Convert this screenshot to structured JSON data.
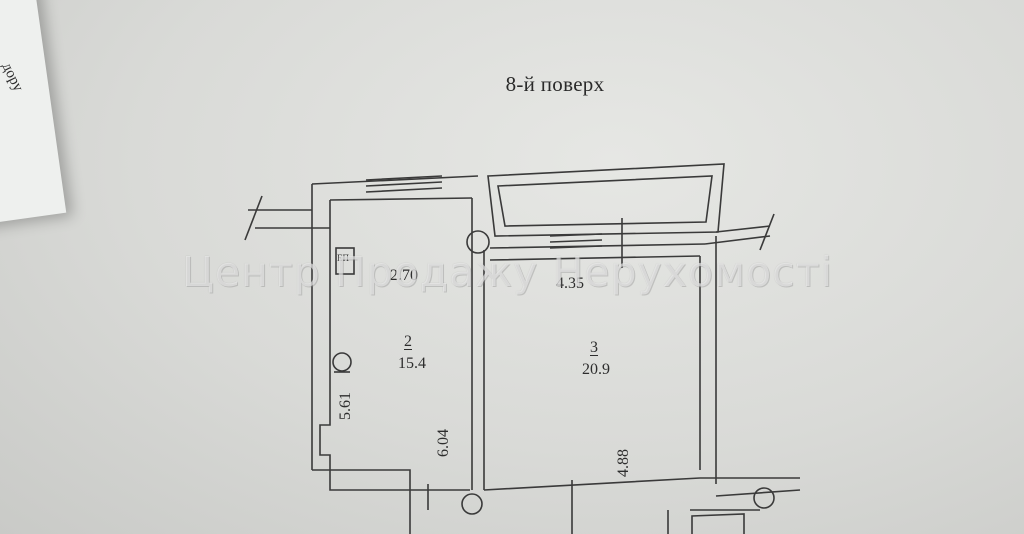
{
  "sheet": {
    "edge_text": "дору"
  },
  "plan": {
    "floor_title": "8-й поверх",
    "rooms": [
      {
        "number": "2",
        "area": "15.4"
      },
      {
        "number": "3",
        "area": "20.9"
      }
    ],
    "dimensions": {
      "room2_top": "2.70",
      "room2_left": "5.61",
      "room2_right": "6.04",
      "room3_top": "4.35",
      "room3_right": "4.88"
    },
    "kitchen_box_label": "ЕП"
  },
  "watermark": {
    "text": "Центр Продажу Нерухомості"
  }
}
